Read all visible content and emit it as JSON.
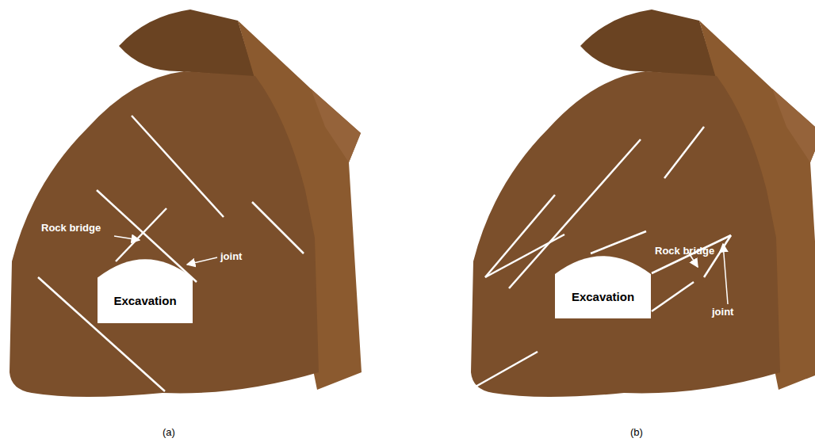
{
  "diagram": {
    "nodes": [
      {
        "text": [
          "Excavation"
        ]
      },
      {
        "text": [
          "Excavation"
        ]
      }
    ],
    "labels": [
      "Rock bridge",
      "joint",
      "(a)",
      "Rock bridge",
      "joint",
      "(b)"
    ]
  }
}
